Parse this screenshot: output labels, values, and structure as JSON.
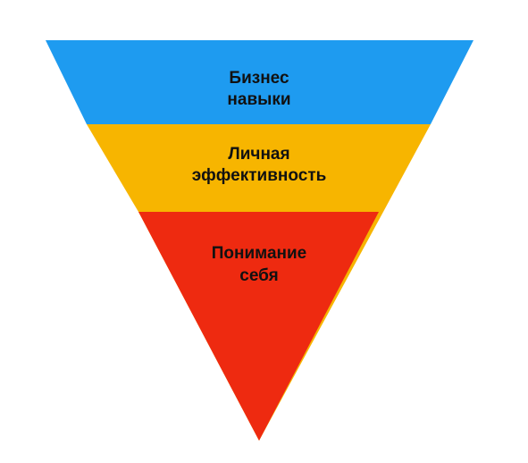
{
  "colors": {
    "background": "#ffffff",
    "top_layer": "#1E9BF0",
    "middle_layer": "#F7B500",
    "bottom_layer": "#EE2A10",
    "text": "#111111"
  },
  "layers": [
    {
      "line1": "Бизнес",
      "line2": "навыки"
    },
    {
      "line1": "Личная",
      "line2": "эффективность"
    },
    {
      "line1": "Понимание",
      "line2": "себя"
    }
  ]
}
